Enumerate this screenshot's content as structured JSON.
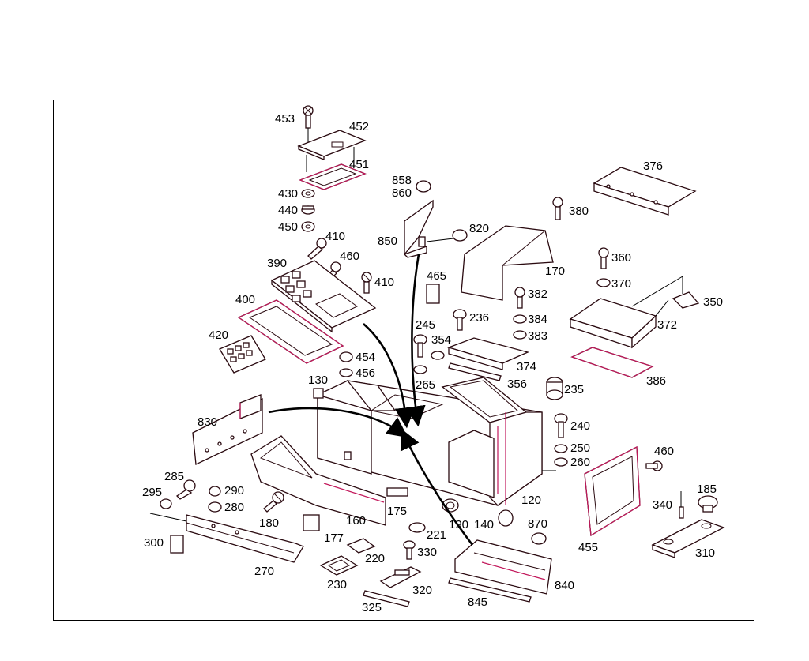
{
  "callouts": [
    {
      "id": "453",
      "label": "453"
    },
    {
      "id": "452",
      "label": "452"
    },
    {
      "id": "451",
      "label": "451"
    },
    {
      "id": "430",
      "label": "430"
    },
    {
      "id": "440",
      "label": "440"
    },
    {
      "id": "450",
      "label": "450"
    },
    {
      "id": "410a",
      "label": "410"
    },
    {
      "id": "390",
      "label": "390"
    },
    {
      "id": "460a",
      "label": "460"
    },
    {
      "id": "410b",
      "label": "410"
    },
    {
      "id": "400",
      "label": "400"
    },
    {
      "id": "420",
      "label": "420"
    },
    {
      "id": "454",
      "label": "454"
    },
    {
      "id": "456",
      "label": "456"
    },
    {
      "id": "130",
      "label": "130"
    },
    {
      "id": "830",
      "label": "830"
    },
    {
      "id": "858",
      "label": "858"
    },
    {
      "id": "860",
      "label": "860"
    },
    {
      "id": "850",
      "label": "850"
    },
    {
      "id": "820",
      "label": "820"
    },
    {
      "id": "465",
      "label": "465"
    },
    {
      "id": "245",
      "label": "245"
    },
    {
      "id": "236",
      "label": "236"
    },
    {
      "id": "354",
      "label": "354"
    },
    {
      "id": "265",
      "label": "265"
    },
    {
      "id": "374",
      "label": "374"
    },
    {
      "id": "356",
      "label": "356"
    },
    {
      "id": "376",
      "label": "376"
    },
    {
      "id": "380",
      "label": "380"
    },
    {
      "id": "170",
      "label": "170"
    },
    {
      "id": "360",
      "label": "360"
    },
    {
      "id": "370",
      "label": "370"
    },
    {
      "id": "382",
      "label": "382"
    },
    {
      "id": "384",
      "label": "384"
    },
    {
      "id": "383",
      "label": "383"
    },
    {
      "id": "350",
      "label": "350"
    },
    {
      "id": "372",
      "label": "372"
    },
    {
      "id": "386",
      "label": "386"
    },
    {
      "id": "235",
      "label": "235"
    },
    {
      "id": "240",
      "label": "240"
    },
    {
      "id": "250",
      "label": "250"
    },
    {
      "id": "260",
      "label": "260"
    },
    {
      "id": "460b",
      "label": "460"
    },
    {
      "id": "120",
      "label": "120"
    },
    {
      "id": "185",
      "label": "185"
    },
    {
      "id": "340",
      "label": "340"
    },
    {
      "id": "455",
      "label": "455"
    },
    {
      "id": "310",
      "label": "310"
    },
    {
      "id": "285",
      "label": "285"
    },
    {
      "id": "295",
      "label": "295"
    },
    {
      "id": "290",
      "label": "290"
    },
    {
      "id": "280",
      "label": "280"
    },
    {
      "id": "180",
      "label": "180"
    },
    {
      "id": "160",
      "label": "160"
    },
    {
      "id": "175",
      "label": "175"
    },
    {
      "id": "190",
      "label": "190"
    },
    {
      "id": "140",
      "label": "140"
    },
    {
      "id": "870",
      "label": "870"
    },
    {
      "id": "300",
      "label": "300"
    },
    {
      "id": "177",
      "label": "177"
    },
    {
      "id": "221",
      "label": "221"
    },
    {
      "id": "330",
      "label": "330"
    },
    {
      "id": "220",
      "label": "220"
    },
    {
      "id": "270",
      "label": "270"
    },
    {
      "id": "230",
      "label": "230"
    },
    {
      "id": "320",
      "label": "320"
    },
    {
      "id": "840",
      "label": "840"
    },
    {
      "id": "325",
      "label": "325"
    },
    {
      "id": "845",
      "label": "845"
    }
  ]
}
